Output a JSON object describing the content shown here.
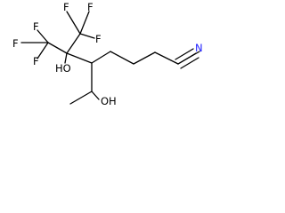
{
  "structure": {
    "atom_labels": {
      "f_top_1": "F",
      "f_top_2": "F",
      "f_upper_right": "F",
      "f_left_1": "F",
      "f_left_2": "F",
      "f_left_3": "F",
      "hydroxyl_1": "HO",
      "hydroxyl_2": "OH",
      "nitrile_n": "N"
    },
    "colors": {
      "carbon_bond": "#000000",
      "nitrogen": "#1c1cff"
    }
  }
}
